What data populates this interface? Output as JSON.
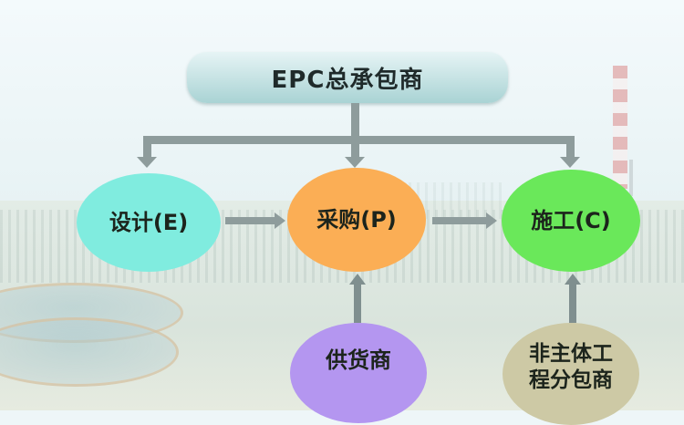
{
  "diagram": {
    "title": "EPC总承包商",
    "nodes": {
      "design": {
        "label": "设计(E)",
        "color": "#80ecdf"
      },
      "procurement": {
        "label": "采购(P)",
        "color": "#fbae55"
      },
      "construction": {
        "label": "施工(C)",
        "color": "#6ae85a"
      },
      "supplier": {
        "label": "供货商",
        "color": "#b496f0"
      },
      "subcontractor": {
        "label_line1": "非主体工",
        "label_line2": "程分包商",
        "color": "#cdc9a5"
      }
    },
    "edges": [
      {
        "from": "EPC总承包商",
        "to": "设计(E)"
      },
      {
        "from": "EPC总承包商",
        "to": "采购(P)"
      },
      {
        "from": "EPC总承包商",
        "to": "施工(C)"
      },
      {
        "from": "设计(E)",
        "to": "采购(P)"
      },
      {
        "from": "采购(P)",
        "to": "施工(C)"
      },
      {
        "from": "供货商",
        "to": "采购(P)"
      },
      {
        "from": "非主体工程分包商",
        "to": "施工(C)"
      }
    ],
    "arrow_color": "#8e9c9c"
  }
}
